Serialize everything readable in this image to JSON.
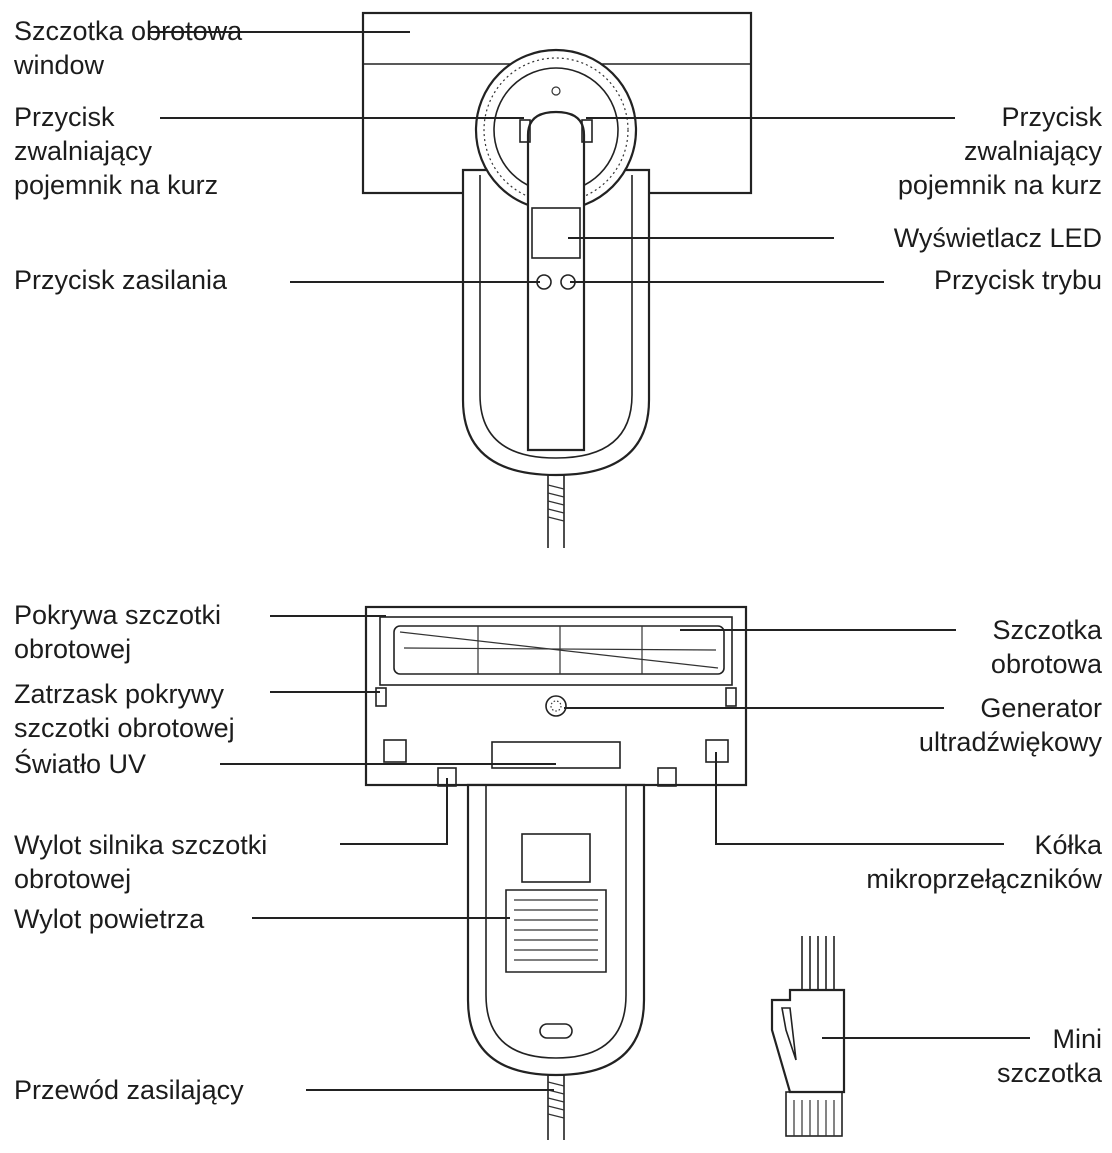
{
  "labels": {
    "brush_window": [
      "Szczotka obrotowa",
      "window"
    ],
    "release_left": [
      "Przycisk",
      "zwalniający",
      "pojemnik na kurz"
    ],
    "release_right": [
      "Przycisk",
      "zwalniający",
      "pojemnik na kurz"
    ],
    "led_display": [
      "Wyświetlacz LED"
    ],
    "power_button": [
      "Przycisk zasilania"
    ],
    "mode_button": [
      "Przycisk trybu"
    ],
    "brush_cover": [
      "Pokrywa szczotki",
      "obrotowej"
    ],
    "rotary_brush": [
      "Szczotka",
      "obrotowa"
    ],
    "cover_latch": [
      "Zatrzask pokrywy",
      "szczotki obrotowej"
    ],
    "ultrasonic": [
      "Generator",
      "ultradźwiękowy"
    ],
    "uv_light": [
      "Światło UV"
    ],
    "motor_outlet": [
      "Wylot silnika szczotki",
      "obrotowej"
    ],
    "microswitch_wheels": [
      "Kółka",
      "mikroprzełączników"
    ],
    "air_outlet": [
      "Wylot powietrza"
    ],
    "mini_brush": [
      "Mini",
      "szczotka"
    ],
    "power_cord": [
      "Przewód zasilający"
    ]
  },
  "colors": {
    "line": "#222222",
    "text": "#1c1c1c",
    "background": "#ffffff"
  }
}
